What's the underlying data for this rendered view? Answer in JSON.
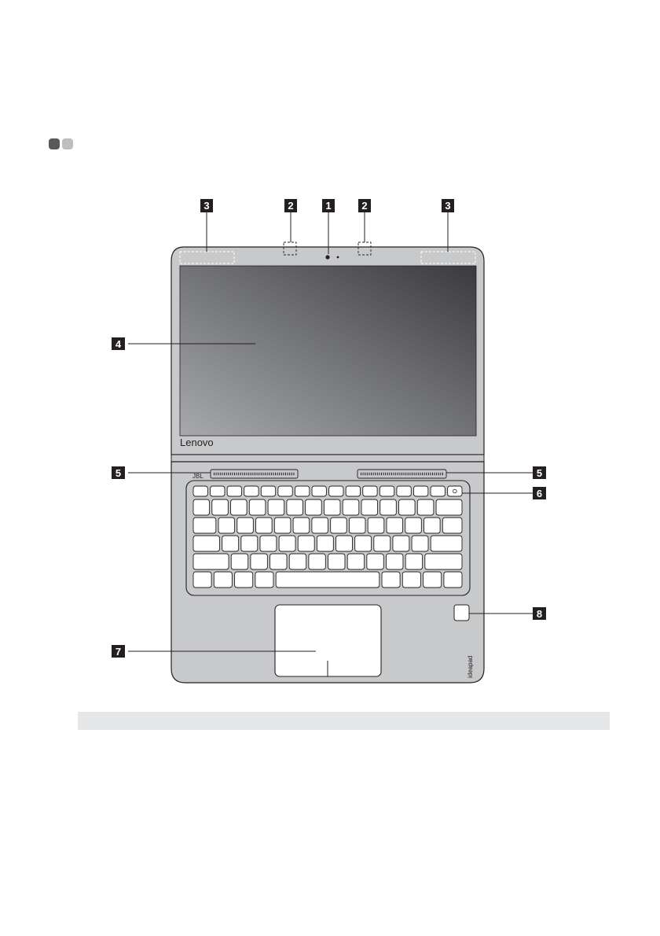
{
  "figure": {
    "brand_logo": "Lenovo",
    "series_mark": "ideapad",
    "speaker_mark": "JBL",
    "power_icon": "power-icon"
  },
  "callouts": {
    "microphone_left": "2",
    "camera": "1",
    "microphone_right": "2",
    "antenna_left": "3",
    "antenna_right": "3",
    "display": "4",
    "speaker_left": "5",
    "speaker_right": "5",
    "power_button": "6",
    "touchpad": "7",
    "fingerprint_reader": "8"
  },
  "colors": {
    "body": "#c8c9cb",
    "outline": "#231f20",
    "callout_box": "#231f20",
    "marker_dark": "#58595b",
    "marker_light": "#bcbec0",
    "table_header": "#e6e7e8"
  }
}
